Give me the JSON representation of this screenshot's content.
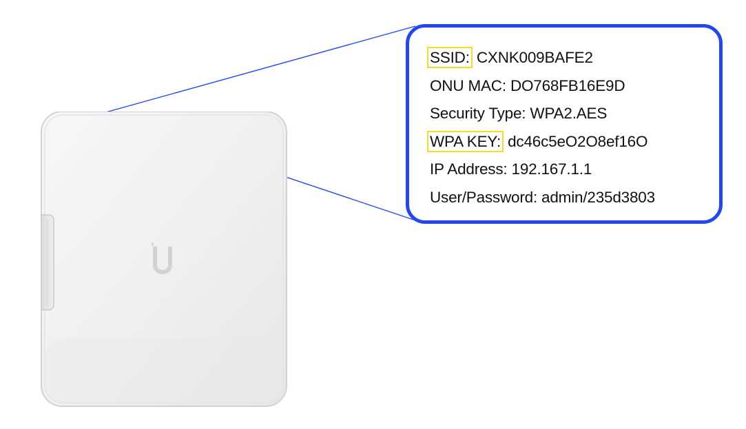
{
  "device": {
    "logo_icon": "ubiquiti-u-logo-icon"
  },
  "info": {
    "ssid_label": "SSID:",
    "ssid_value": "CXNK009BAFE2",
    "onu_mac": "ONU MAC: DO768FB16E9D",
    "security_type": "Security Type: WPA2.AES",
    "wpa_key_label": "WPA KEY:",
    "wpa_key_value": "dc46c5eO2O8ef16O",
    "ip_address": "IP Address: 192.167.1.1",
    "user_password": "User/Password: admin/235d3803"
  },
  "colors": {
    "callout_border": "#2146f2",
    "callout_line": "#2146f2",
    "highlight": "#f6dc1f",
    "device_body": "#f1f1f1"
  }
}
